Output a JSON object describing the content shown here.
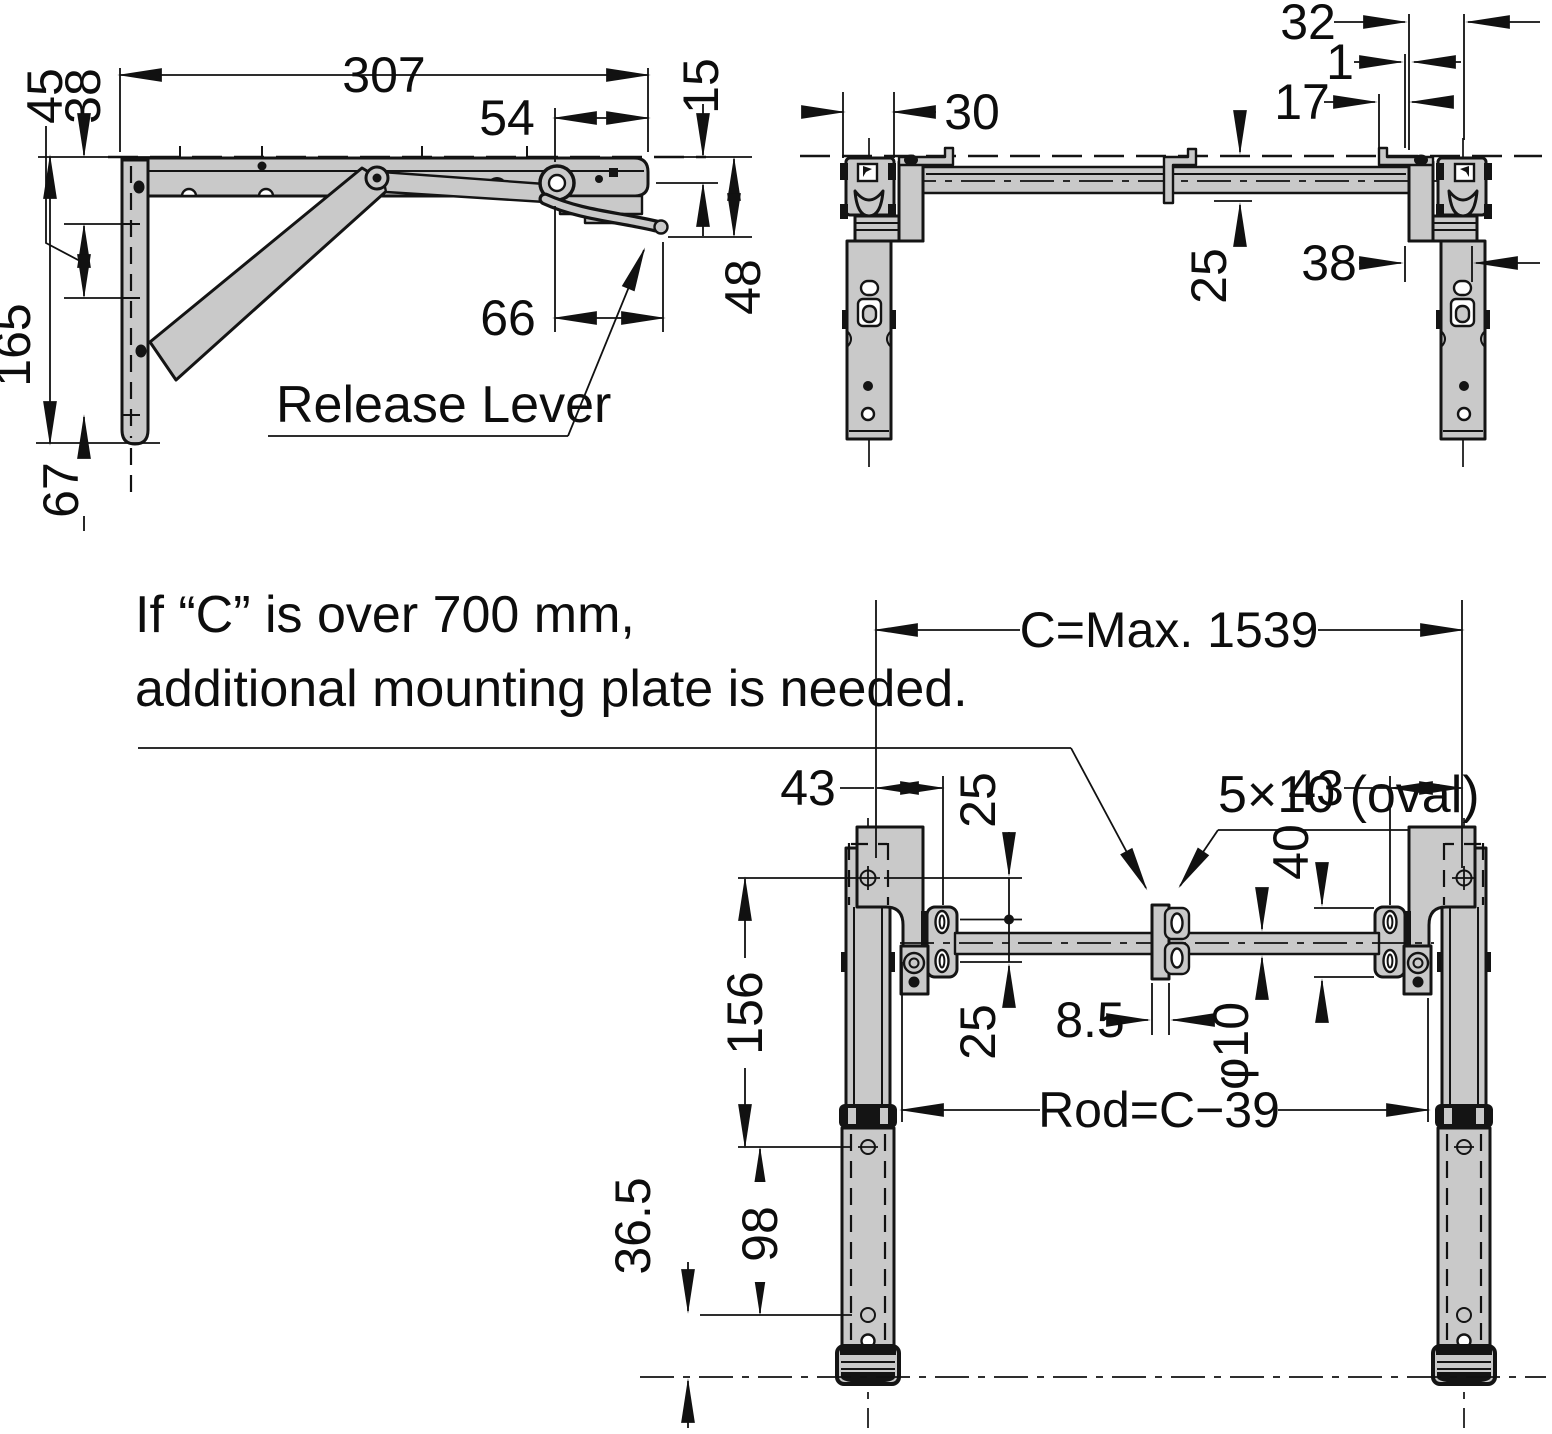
{
  "drawing": {
    "side_view": {
      "dim_307": "307",
      "dim_54": "54",
      "dim_15": "15",
      "dim_48": "48",
      "dim_66": "66",
      "dim_45": "45",
      "dim_38": "38",
      "dim_165": "165",
      "dim_67": "67",
      "release_lever_label": "Release Lever"
    },
    "front_view": {
      "dim_30": "30",
      "dim_32": "32",
      "dim_1": "1",
      "dim_17": "17",
      "dim_25": "25",
      "dim_38": "38"
    },
    "installation_view": {
      "note_line_1": "If “C” is over 700 mm,",
      "note_line_2": "additional mounting plate is needed.",
      "dim_c": "C=Max. 1539",
      "oval_hole_label": "5×10 (oval)",
      "dim_43_left": "43",
      "dim_43_right": "43",
      "dim_25_upper": "25",
      "dim_25_lower": "25",
      "dim_40": "40",
      "dim_156": "156",
      "dim_8_5": "8.5",
      "dim_phi10": "φ10",
      "dim_rod": "Rod=C−39",
      "dim_98": "98",
      "dim_36_5": "36.5"
    },
    "colors": {
      "part_fill": "#c9c9c9",
      "line": "#141414"
    }
  }
}
